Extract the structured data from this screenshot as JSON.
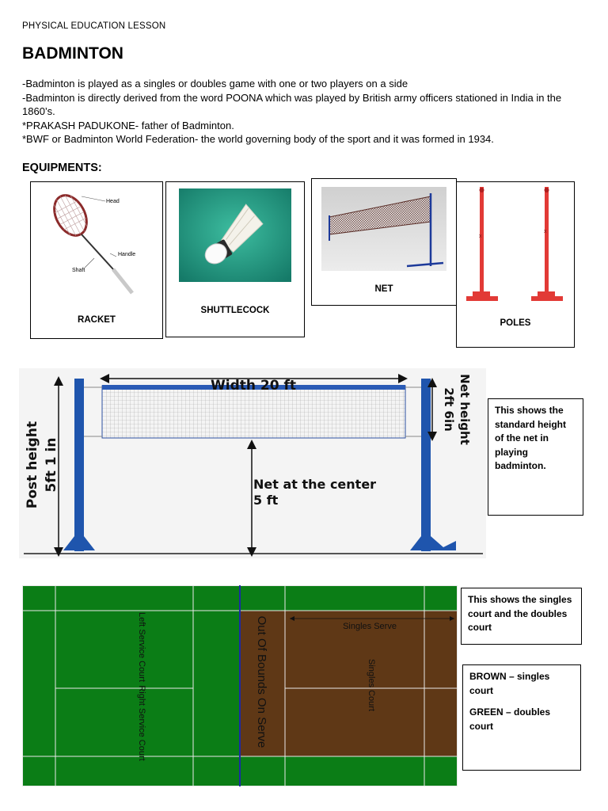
{
  "header": {
    "lesson": "PHYSICAL EDUCATION LESSON",
    "title": "BADMINTON"
  },
  "intro": [
    "-Badminton is played as a singles or doubles game with one or two players on a side",
    "-Badminton is directly derived from the word POONA which was played by British army officers stationed in India in the 1860’s.",
    "*PRAKASH PADUKONE- father of Badminton.",
    "*BWF or Badminton World Federation- the world governing body of the sport and it was formed in 1934."
  ],
  "equipments": {
    "heading": "EQUIPMENTS:",
    "items": [
      {
        "label": "RACKET",
        "parts": [
          "Head",
          "Handle",
          "Shaft"
        ]
      },
      {
        "label": "SHUTTLECOCK"
      },
      {
        "label": "NET"
      },
      {
        "label": "POLES"
      }
    ]
  },
  "net_diagram": {
    "width_label": "Width 20 ft",
    "post_height_line1": "Post height",
    "post_height_line2": "5ft 1 in",
    "net_height_line1": "Net height",
    "net_height_line2": "2ft 6in",
    "center_line1": "Net at the center",
    "center_line2": "5 ft",
    "note": "This shows the standard height of the net in playing badminton."
  },
  "court_diagram": {
    "left_service": "Left Service Court",
    "right_service": "Right Service Court",
    "out_of_bounds": "Out Of Bounds On Serve",
    "singles_serve": "Singles Serve",
    "singles_court": "Singles Court",
    "note": "This shows the singles court and the doubles court",
    "legend_brown": "BROWN – singles court",
    "legend_green": "GREEN – doubles court",
    "colors": {
      "green": "#0b7d16",
      "brown": "#5f3816",
      "net_line": "#1b2aa6"
    }
  }
}
